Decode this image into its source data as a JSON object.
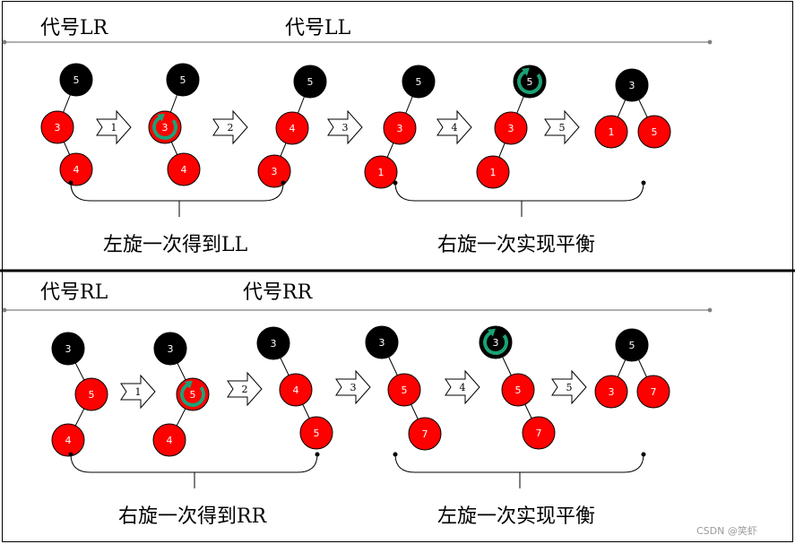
{
  "panels": [
    {
      "id": "top",
      "codes": [
        "代号LR",
        "代号LL"
      ],
      "arrows": [
        "1",
        "2",
        "3",
        "4",
        "5"
      ],
      "captions": [
        "左旋一次得到LL",
        "右旋一次实现平衡"
      ],
      "trees": [
        {
          "nodes": [
            {
              "v": "5",
              "c": "black"
            },
            {
              "v": "3",
              "c": "red"
            },
            {
              "v": "4",
              "c": "red"
            }
          ]
        },
        {
          "nodes": [
            {
              "v": "5",
              "c": "black"
            },
            {
              "v": "3",
              "c": "red",
              "rot": true
            },
            {
              "v": "4",
              "c": "red"
            }
          ]
        },
        {
          "nodes": [
            {
              "v": "5",
              "c": "black"
            },
            {
              "v": "4",
              "c": "red"
            },
            {
              "v": "3",
              "c": "red"
            }
          ]
        },
        {
          "nodes": [
            {
              "v": "5",
              "c": "black"
            },
            {
              "v": "3",
              "c": "red"
            },
            {
              "v": "1",
              "c": "red"
            }
          ]
        },
        {
          "nodes": [
            {
              "v": "5",
              "c": "black",
              "rot": true
            },
            {
              "v": "3",
              "c": "red"
            },
            {
              "v": "1",
              "c": "red"
            }
          ]
        },
        {
          "nodes": [
            {
              "v": "3",
              "c": "black"
            },
            {
              "v": "1",
              "c": "red"
            },
            {
              "v": "5",
              "c": "red"
            }
          ]
        }
      ]
    },
    {
      "id": "bottom",
      "codes": [
        "代号RL",
        "代号RR"
      ],
      "arrows": [
        "1",
        "2",
        "3",
        "4",
        "5"
      ],
      "captions": [
        "右旋一次得到RR",
        "左旋一次实现平衡"
      ],
      "trees": [
        {
          "nodes": [
            {
              "v": "3",
              "c": "black"
            },
            {
              "v": "5",
              "c": "red"
            },
            {
              "v": "4",
              "c": "red"
            }
          ]
        },
        {
          "nodes": [
            {
              "v": "3",
              "c": "black"
            },
            {
              "v": "5",
              "c": "red",
              "rot": true
            },
            {
              "v": "4",
              "c": "red"
            }
          ]
        },
        {
          "nodes": [
            {
              "v": "3",
              "c": "black"
            },
            {
              "v": "4",
              "c": "red"
            },
            {
              "v": "5",
              "c": "red"
            }
          ]
        },
        {
          "nodes": [
            {
              "v": "3",
              "c": "black"
            },
            {
              "v": "5",
              "c": "red"
            },
            {
              "v": "7",
              "c": "red"
            }
          ]
        },
        {
          "nodes": [
            {
              "v": "3",
              "c": "black",
              "rot": true
            },
            {
              "v": "5",
              "c": "red"
            },
            {
              "v": "7",
              "c": "red"
            }
          ]
        },
        {
          "nodes": [
            {
              "v": "5",
              "c": "black"
            },
            {
              "v": "3",
              "c": "red"
            },
            {
              "v": "7",
              "c": "red"
            }
          ]
        }
      ]
    }
  ],
  "watermark": "CSDN @笑虾",
  "colors": {
    "red": "#ff0000",
    "black": "#000000",
    "rotate": "#1aa276",
    "rule": "#808080"
  }
}
